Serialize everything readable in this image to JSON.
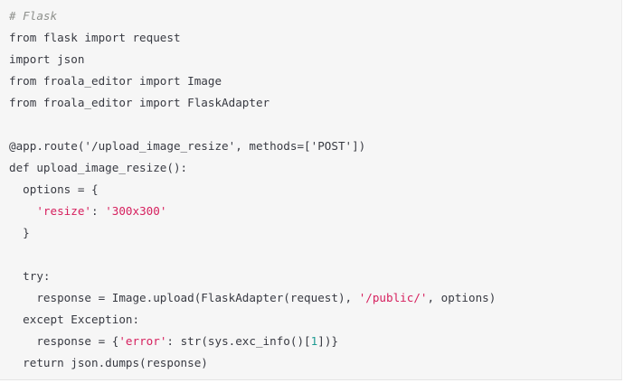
{
  "code": {
    "language": "python",
    "lines": [
      [
        {
          "t": "comment",
          "v": "# Flask"
        }
      ],
      [
        {
          "t": "plain",
          "v": "from flask import request"
        }
      ],
      [
        {
          "t": "plain",
          "v": "import json"
        }
      ],
      [
        {
          "t": "plain",
          "v": "from froala_editor import Image"
        }
      ],
      [
        {
          "t": "plain",
          "v": "from froala_editor import FlaskAdapter"
        }
      ],
      [],
      [
        {
          "t": "plain",
          "v": "@app.route('/upload_image_resize', methods=['POST'])"
        }
      ],
      [
        {
          "t": "plain",
          "v": "def upload_image_resize():"
        }
      ],
      [
        {
          "t": "plain",
          "v": "  options = {"
        }
      ],
      [
        {
          "t": "plain",
          "v": "    "
        },
        {
          "t": "string",
          "v": "'resize'"
        },
        {
          "t": "plain",
          "v": ": "
        },
        {
          "t": "string",
          "v": "'300x300'"
        }
      ],
      [
        {
          "t": "plain",
          "v": "  }"
        }
      ],
      [],
      [
        {
          "t": "plain",
          "v": "  try:"
        }
      ],
      [
        {
          "t": "plain",
          "v": "    response = Image.upload(FlaskAdapter(request), "
        },
        {
          "t": "string",
          "v": "'/public/'"
        },
        {
          "t": "plain",
          "v": ", options)"
        }
      ],
      [
        {
          "t": "plain",
          "v": "  except Exception:"
        }
      ],
      [
        {
          "t": "plain",
          "v": "    response = {"
        },
        {
          "t": "string",
          "v": "'error'"
        },
        {
          "t": "plain",
          "v": ": str(sys.exc_info()["
        },
        {
          "t": "number",
          "v": "1"
        },
        {
          "t": "plain",
          "v": "])}"
        }
      ],
      [
        {
          "t": "plain",
          "v": "  return json.dumps(response)"
        }
      ]
    ]
  },
  "colors": {
    "background": "#f6f6f6",
    "text": "#383a42",
    "comment": "#8e908c",
    "string": "#d6205e",
    "number": "#1d9a92"
  }
}
